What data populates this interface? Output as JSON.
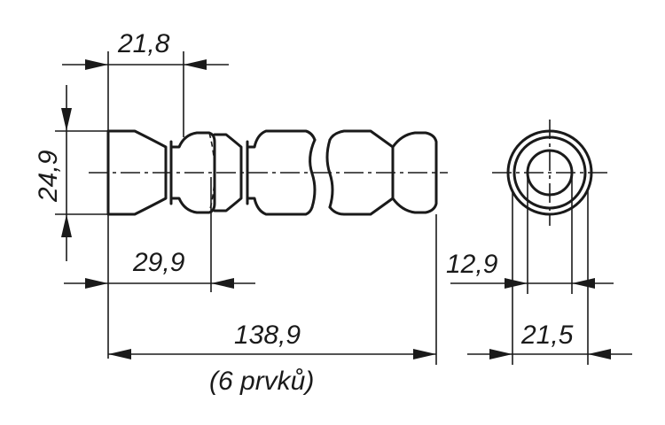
{
  "dimensions": {
    "segment_length": "21,8",
    "outer_diameter": "24,9",
    "element_length": "29,9",
    "total_length": "138,9",
    "total_length_note": "(6 prvků)",
    "bore_diameter": "12,9",
    "end_diameter": "21,5"
  }
}
